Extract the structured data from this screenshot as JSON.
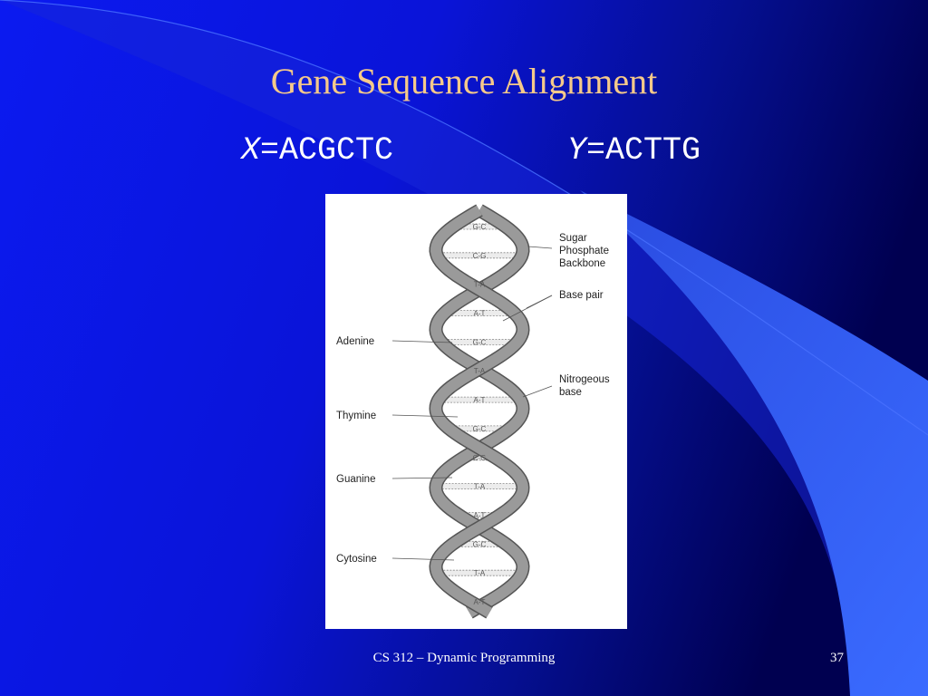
{
  "slide": {
    "title": "Gene Sequence Alignment",
    "sequences": [
      {
        "var": "X",
        "value": "=ACGCTC"
      },
      {
        "var": "Y",
        "value": "=ACTTG"
      }
    ],
    "footer": "CS 312 – Dynamic Programming",
    "page_number": "37"
  },
  "colors": {
    "background_dark": "#000066",
    "background_blue": "#0b1af0",
    "accent_blue": "#3366ff",
    "title": "#f5c98a",
    "text": "#ffffff"
  },
  "figure": {
    "labels_right": [
      "Sugar",
      "Phosphate",
      "Backbone",
      "Base pair",
      "Nitrogeous",
      "base"
    ],
    "labels_left": [
      "Adenine",
      "Thymine",
      "Guanine",
      "Cytosine"
    ],
    "base_pairs": [
      "G-C",
      "C-G",
      "T-A",
      "A-T",
      "G-C",
      "T-A",
      "A-T",
      "G-C",
      "C-G",
      "T-A",
      "A-T",
      "G-C",
      "T-A",
      "A-T"
    ]
  }
}
